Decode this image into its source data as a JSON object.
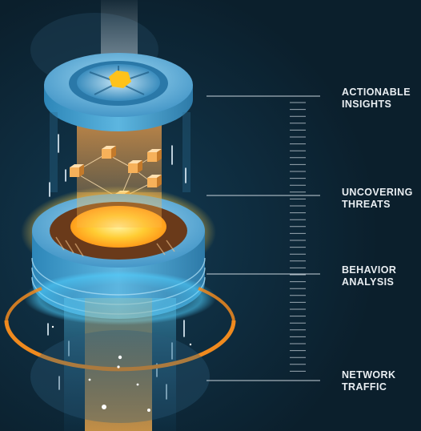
{
  "diagram": {
    "layers": [
      {
        "id": "actionable-insights",
        "lines": [
          "ACTIONABLE",
          "INSIGHTS"
        ]
      },
      {
        "id": "uncovering-threats",
        "lines": [
          "UNCOVERING",
          "THREATS"
        ]
      },
      {
        "id": "behavior-analysis",
        "lines": [
          "BEHAVIOR",
          "ANALYSIS"
        ]
      },
      {
        "id": "network-traffic",
        "lines": [
          "NETWORK",
          "TRAFFIC"
        ]
      }
    ]
  },
  "colors": {
    "background": "#0b1f2c",
    "disk_blue": "#4a9fd0",
    "disk_light": "#8cd0f0",
    "accent_orange": "#f08a1e",
    "core_yellow": "#ffd94a",
    "label_text": "#e9eef2",
    "guide_line": "#c7d2da"
  }
}
